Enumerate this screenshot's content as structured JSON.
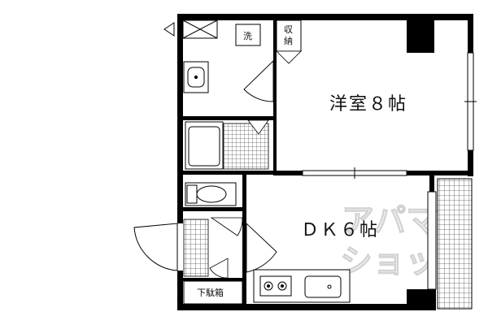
{
  "labels": {
    "western_room": "洋室８帖",
    "dk": "ＤＫ６帖",
    "laundry": "洗",
    "storage_line1": "収",
    "storage_line2": "納",
    "shoe_box": "下駄箱"
  },
  "watermark": {
    "line1": "アパマン",
    "line2": "ショップ"
  },
  "colors": {
    "wall": "#000000",
    "fixture_line": "#333333",
    "tile_grid": "#555555"
  },
  "icons": [
    "stove-burners-icon",
    "sink-icon",
    "toilet-icon",
    "bathtub-icon",
    "washbasin-icon",
    "air-vent-icon"
  ]
}
